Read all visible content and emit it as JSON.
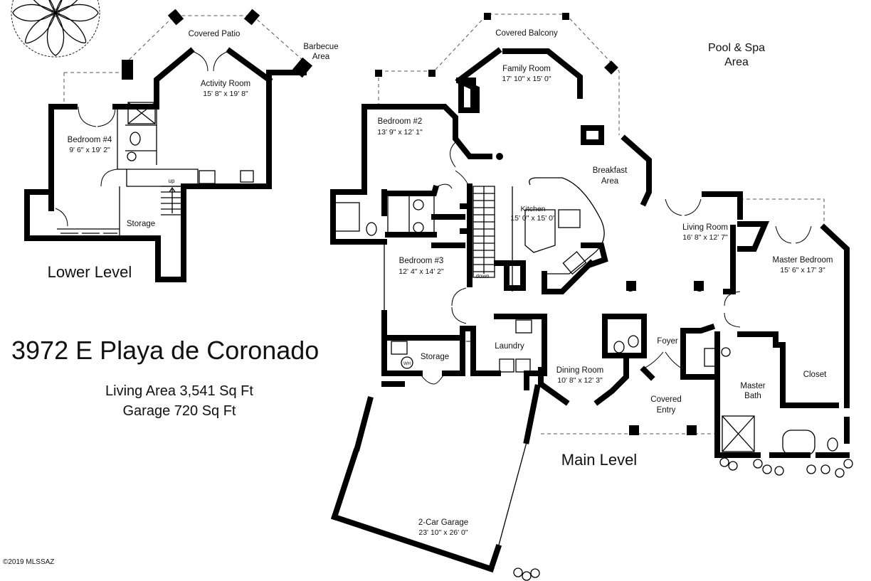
{
  "title": "3972 E Playa de Coronado",
  "living_area": "Living Area 3,541 Sq Ft",
  "garage_area": "Garage 720 Sq Ft",
  "copyright": "©2019 MLSSAZ",
  "lower_level": {
    "label": "Lower Level",
    "covered_patio": "Covered Patio",
    "barbecue_1": "Barbecue",
    "barbecue_2": "Area",
    "activity_room": "Activity Room",
    "activity_dim": "15' 8\" x 19' 8\"",
    "bedroom4": "Bedroom #4",
    "bedroom4_dim": "9' 6\" x 19' 2\"",
    "storage": "Storage",
    "up": "up"
  },
  "main_level": {
    "label": "Main Level",
    "covered_balcony": "Covered Balcony",
    "pool_1": "Pool & Spa",
    "pool_2": "Area",
    "family_room": "Family Room",
    "family_dim": "17' 10\" x 15' 0\"",
    "bedroom2": "Bedroom #2",
    "bedroom2_dim": "13' 9\" x 12' 1\"",
    "breakfast_1": "Breakfast",
    "breakfast_2": "Area",
    "kitchen": "Kitchen",
    "kitchen_dim": "15' 0\" x 15' 0\"",
    "living_room": "Living Room",
    "living_dim": "16' 8\" x 12' 7\"",
    "master_bedroom": "Master Bedroom",
    "master_dim": "15' 6\" x 17' 3\"",
    "bedroom3": "Bedroom #3",
    "bedroom3_dim": "12' 4\" x 14' 2\"",
    "down": "down",
    "storage": "Storage",
    "laundry": "Laundry",
    "foyer": "Foyer",
    "closet": "Closet",
    "master_bath_1": "Master",
    "master_bath_2": "Bath",
    "dining_room": "Dining Room",
    "dining_dim": "10' 8\" x 12' 3\"",
    "covered_entry_1": "Covered",
    "covered_entry_2": "Entry",
    "garage": "2-Car Garage",
    "garage_dim": "23' 10\" x 26' 0\"",
    "wh": "WH"
  }
}
